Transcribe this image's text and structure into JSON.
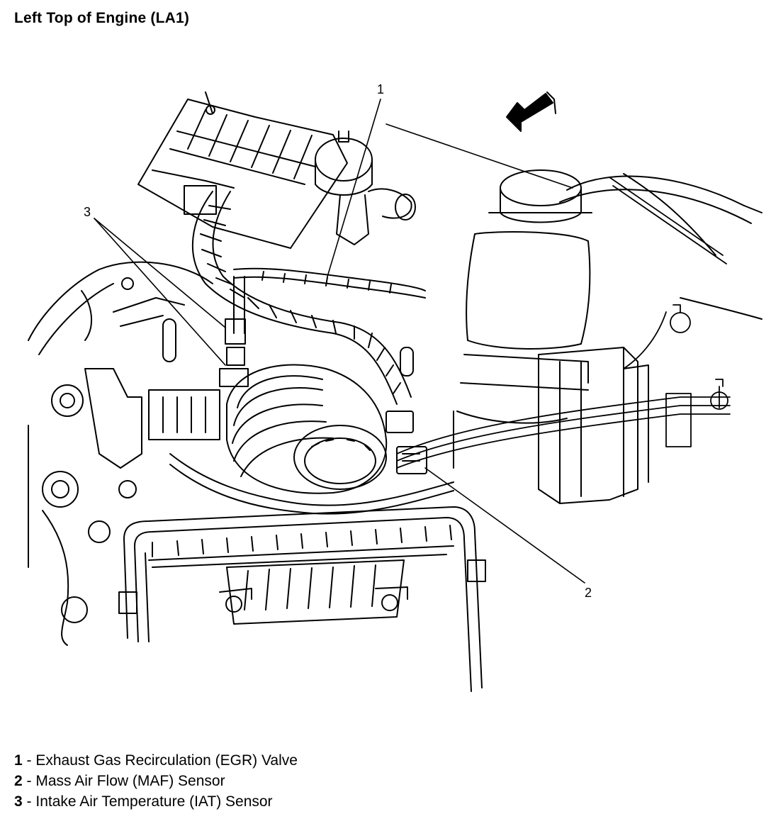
{
  "title": "Left Top of Engine (LA1)",
  "callouts": [
    {
      "number": "1",
      "name": "Exhaust Gas Recirculation (EGR) Valve"
    },
    {
      "number": "2",
      "name": "Mass Air Flow (MAF) Sensor"
    },
    {
      "number": "3",
      "name": "Intake Air Temperature (IAT) Sensor"
    }
  ],
  "separator": " - "
}
